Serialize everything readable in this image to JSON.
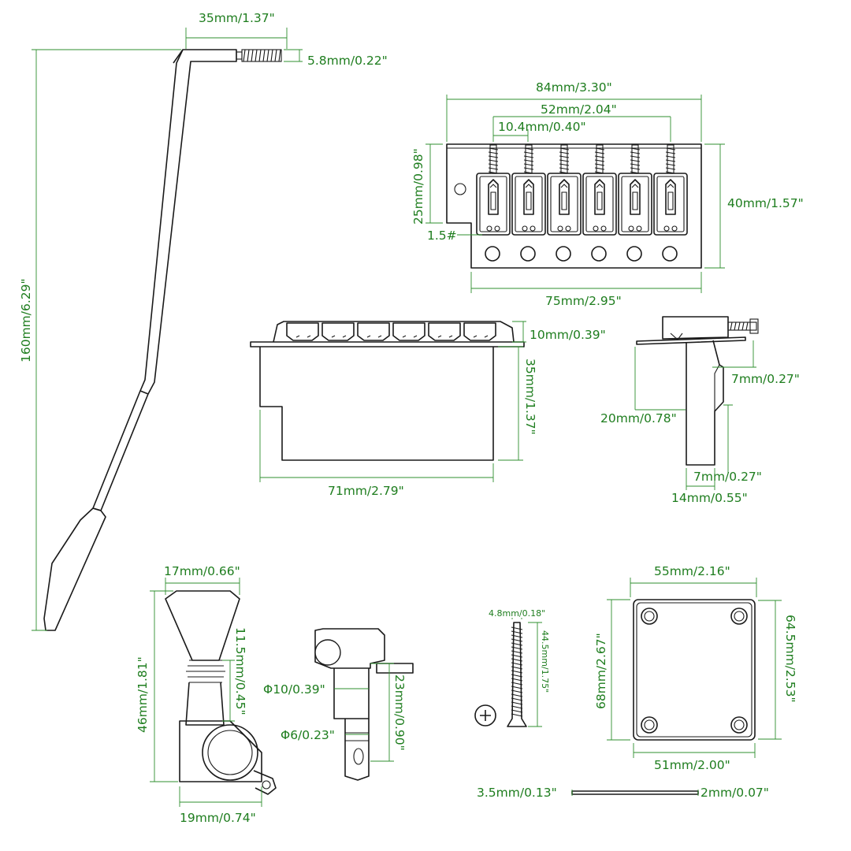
{
  "colors": {
    "dimension": "#1e7d1e",
    "ink": "#1a1a1a",
    "background": "#ffffff"
  },
  "tremolo_arm": {
    "top_width": "35mm/1.37\"",
    "thread_diameter": "5.8mm/0.22\"",
    "length": "160mm/6.29\""
  },
  "bridge_top": {
    "overall_width": "84mm/3.30\"",
    "saddle_span": "52mm/2.04\"",
    "string_spacing": "10.4mm/0.40\"",
    "plate_depth": "25mm/0.98\"",
    "total_depth": "40mm/1.57\"",
    "hex_key": "1.5#",
    "base_width": "75mm/2.95\""
  },
  "bridge_front": {
    "saddle_height": "10mm/0.39\"",
    "block_height": "35mm/1.37\"",
    "block_width": "71mm/2.79\""
  },
  "bridge_side": {
    "screw_offset": "7mm/0.27\"",
    "block_drop": "20mm/0.78\"",
    "bottom_depth": "7mm/0.27\"",
    "block_depth": "14mm/0.55\""
  },
  "tuner": {
    "button_width": "17mm/0.66\"",
    "button_height": "11.5mm/0.45\"",
    "overall_height": "46mm/1.81\"",
    "base_width": "19mm/0.74\""
  },
  "tuner_post": {
    "bushing_diameter": "Φ10/0.39\"",
    "post_diameter": "Φ6/0.23\"",
    "post_height": "23mm/0.90\""
  },
  "screw": {
    "head_diameter": "4.8mm/0.18\"",
    "length": "44.5mm/1.75\""
  },
  "neck_plate": {
    "top_width": "55mm/2.16\"",
    "outer_height": "68mm/2.67\"",
    "hole_spacing_height": "64.5mm/2.53\"",
    "hole_spacing_width": "51mm/2.00\"",
    "gasket_width": "3.5mm/0.13\"",
    "thickness": "2mm/0.07\""
  }
}
